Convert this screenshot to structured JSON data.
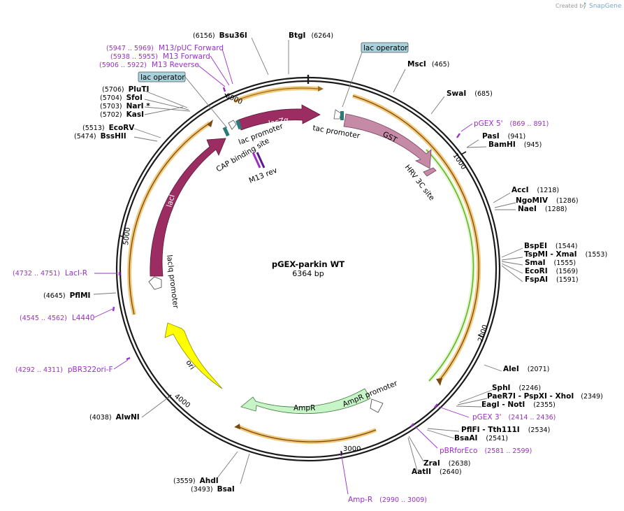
{
  "credit": {
    "text": "Created by",
    "brand": "SnapGene"
  },
  "plasmid": {
    "name": "pGEX-parkin WT",
    "length_label": "6364 bp"
  },
  "ticks": [
    "1000",
    "2000",
    "3000",
    "4000",
    "5000",
    "6000"
  ],
  "enzymes": [
    {
      "name": "Bsu36I",
      "pos": "(6156)"
    },
    {
      "name": "BtgI",
      "pos": "(6264)"
    },
    {
      "name": "MscI",
      "pos": "(465)"
    },
    {
      "name": "SwaI",
      "pos": "(685)"
    },
    {
      "name": "PasI",
      "pos": "(941)"
    },
    {
      "name": "BamHI",
      "pos": "(945)"
    },
    {
      "name": "AccI",
      "pos": "(1218)"
    },
    {
      "name": "NgoMIV",
      "pos": "(1286)"
    },
    {
      "name": "NaeI",
      "pos": "(1288)"
    },
    {
      "name": "BspEI",
      "pos": "(1544)"
    },
    {
      "name": "TspMI - XmaI",
      "pos": "(1553)"
    },
    {
      "name": "SmaI",
      "pos": "(1555)"
    },
    {
      "name": "EcoRI",
      "pos": "(1569)"
    },
    {
      "name": "FspAI",
      "pos": "(1591)"
    },
    {
      "name": "AleI",
      "pos": "(2071)"
    },
    {
      "name": "SphI",
      "pos": "(2246)"
    },
    {
      "name": "PaeR7I - PspXI - XhoI",
      "pos": "(2349)"
    },
    {
      "name": "EagI - NotI",
      "pos": "(2355)"
    },
    {
      "name": "PflFI - Tth111I",
      "pos": "(2534)"
    },
    {
      "name": "BsaAI",
      "pos": "(2541)"
    },
    {
      "name": "ZraI",
      "pos": "(2638)"
    },
    {
      "name": "AatII",
      "pos": "(2640)"
    },
    {
      "name": "AhdI",
      "pos": "(3559)"
    },
    {
      "name": "BsaI",
      "pos": "(3493)"
    },
    {
      "name": "AlwNI",
      "pos": "(4038)"
    },
    {
      "name": "PflMI",
      "pos": "(4645)"
    },
    {
      "name": "BssHII",
      "pos": "(5474)"
    },
    {
      "name": "EcoRV",
      "pos": "(5513)"
    },
    {
      "name": "KasI",
      "pos": "(5702)"
    },
    {
      "name": "NarI *",
      "pos": "(5703)"
    },
    {
      "name": "SfoI",
      "pos": "(5704)"
    },
    {
      "name": "PluTI",
      "pos": "(5706)"
    }
  ],
  "primers": [
    {
      "name": "M13/pUC Forward",
      "pos": "(5947 .. 5969)"
    },
    {
      "name": "M13 Forward",
      "pos": "(5938 .. 5955)"
    },
    {
      "name": "M13 Reverse",
      "pos": "(5906 .. 5922)"
    },
    {
      "name": "pGEX 5'",
      "pos": "(869 .. 891)"
    },
    {
      "name": "pGEX 3'",
      "pos": "(2414 .. 2436)"
    },
    {
      "name": "pBRforEco",
      "pos": "(2581 .. 2599)"
    },
    {
      "name": "Amp-R",
      "pos": "(2990 .. 3009)"
    },
    {
      "name": "pBR322ori-F",
      "pos": "(4292 .. 4311)"
    },
    {
      "name": "L4440",
      "pos": "(4545 .. 4562)"
    },
    {
      "name": "LacI-R",
      "pos": "(4732 .. 4751)"
    }
  ],
  "features": {
    "lac_operator_1": "lac operator",
    "lac_operator_2": "lac operator",
    "lacZa": "lacZα",
    "lac_promoter": "lac promoter",
    "cap_site": "CAP binding site",
    "m13_rev": "M13 rev",
    "tac_promoter": "tac promoter",
    "gst": "GST",
    "hrv": "HRV 3C site",
    "laci": "lacI",
    "lacIq_promoter": "lacIq promoter",
    "ori": "ori",
    "ampr": "AmpR",
    "ampr_promoter": "AmpR promoter"
  },
  "colors": {
    "lacI": "#9b2d62",
    "lacZa": "#9b2d62",
    "gst": "#c48aa6",
    "ori": "#ffff00",
    "ampr": "#c8f5c8",
    "orange_arc": "#f2c97a",
    "green_arc": "#5fb81e",
    "primer": "#9b2fc9",
    "operator_box": "#a8d3dc"
  }
}
